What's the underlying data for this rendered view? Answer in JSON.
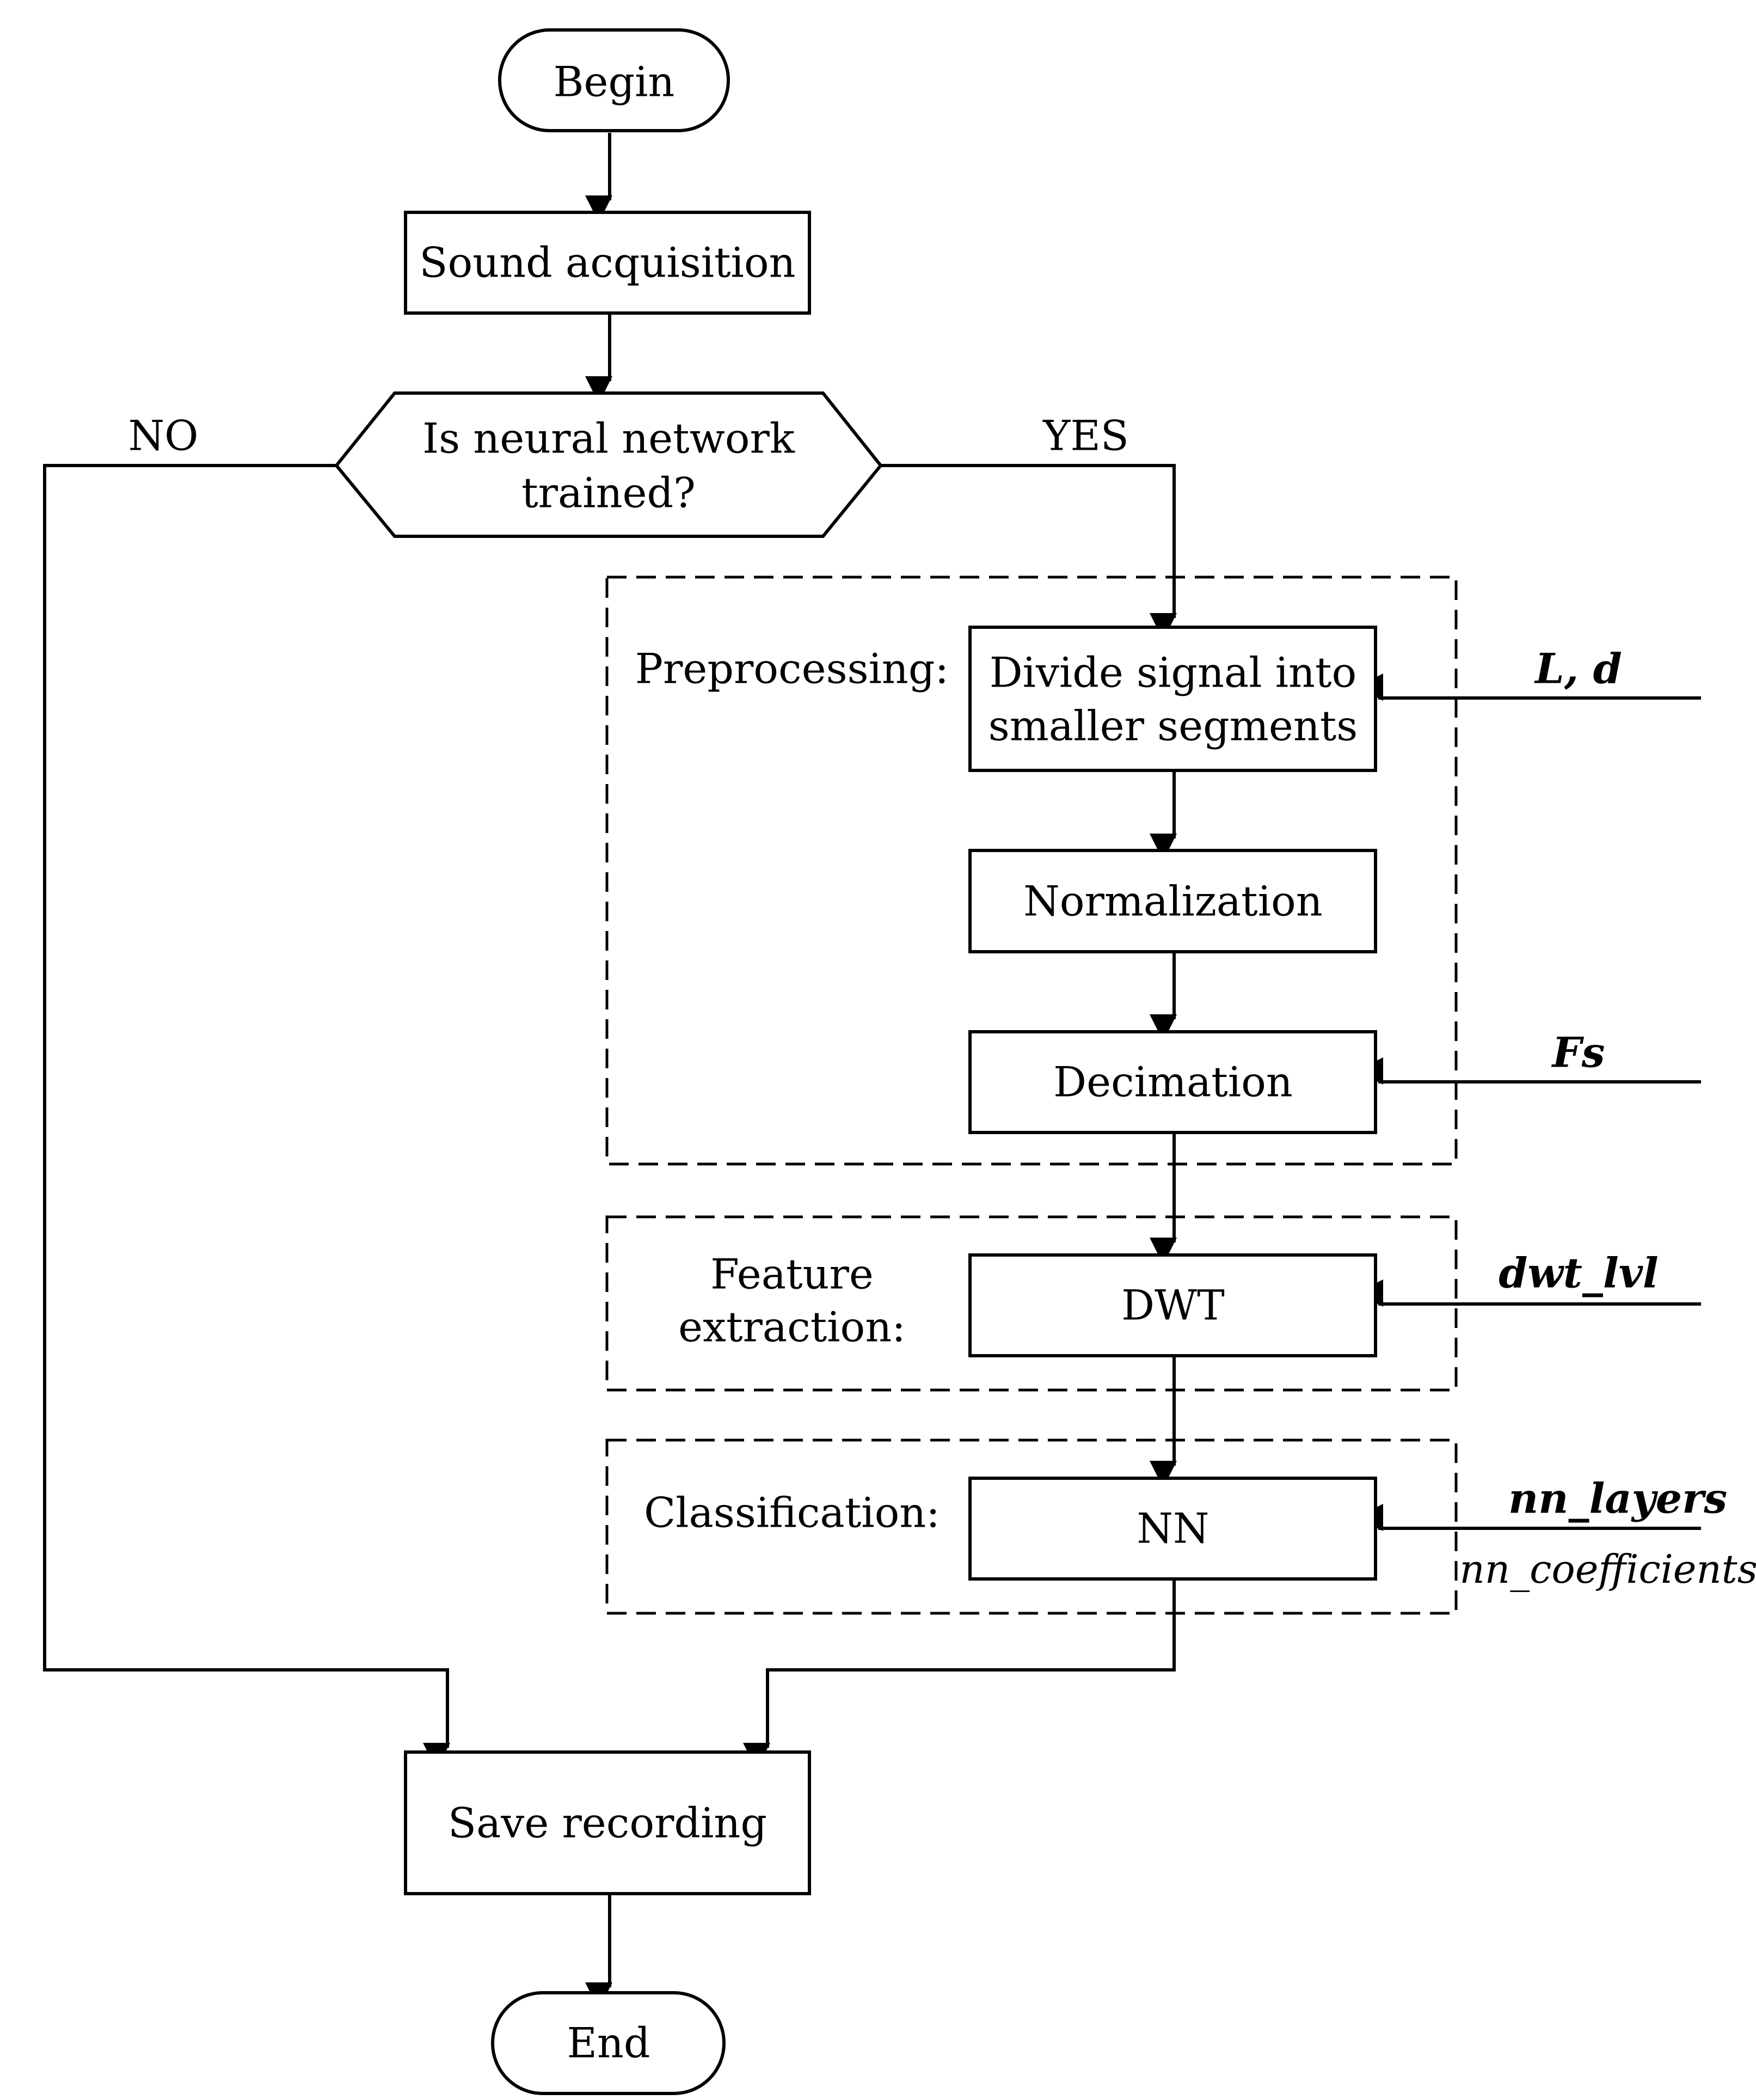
{
  "nodes": {
    "begin": "Begin",
    "sound_acquisition": "Sound acquisition",
    "decision_line1": "Is neural network",
    "decision_line2": "trained?",
    "divide_line1": "Divide signal into",
    "divide_line2": "smaller segments",
    "normalization": "Normalization",
    "decimation": "Decimation",
    "dwt": "DWT",
    "nn": "NN",
    "save_recording": "Save recording",
    "end": "End"
  },
  "branches": {
    "no": "NO",
    "yes": "YES"
  },
  "groups": {
    "preprocessing": "Preprocessing:",
    "feature_line1": "Feature",
    "feature_line2": "extraction:",
    "classification": "Classification:"
  },
  "parameters": {
    "segmentation": "L, d",
    "sampling": "Fs",
    "dwt_level": "dwt_lvl",
    "nn_layers": "nn_layers",
    "nn_coefficients": "nn_coefficients"
  }
}
